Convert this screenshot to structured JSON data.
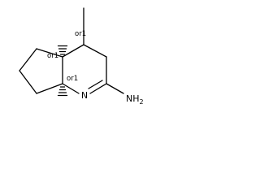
{
  "molecule": {
    "atoms": {
      "nitrogen_ring": "N",
      "amine": {
        "main": "NH",
        "subscript": "2"
      }
    },
    "stereo_descriptors": {
      "upper_junction": "or1",
      "methyl_carbon": "or1",
      "lower_junction": "or1"
    }
  }
}
